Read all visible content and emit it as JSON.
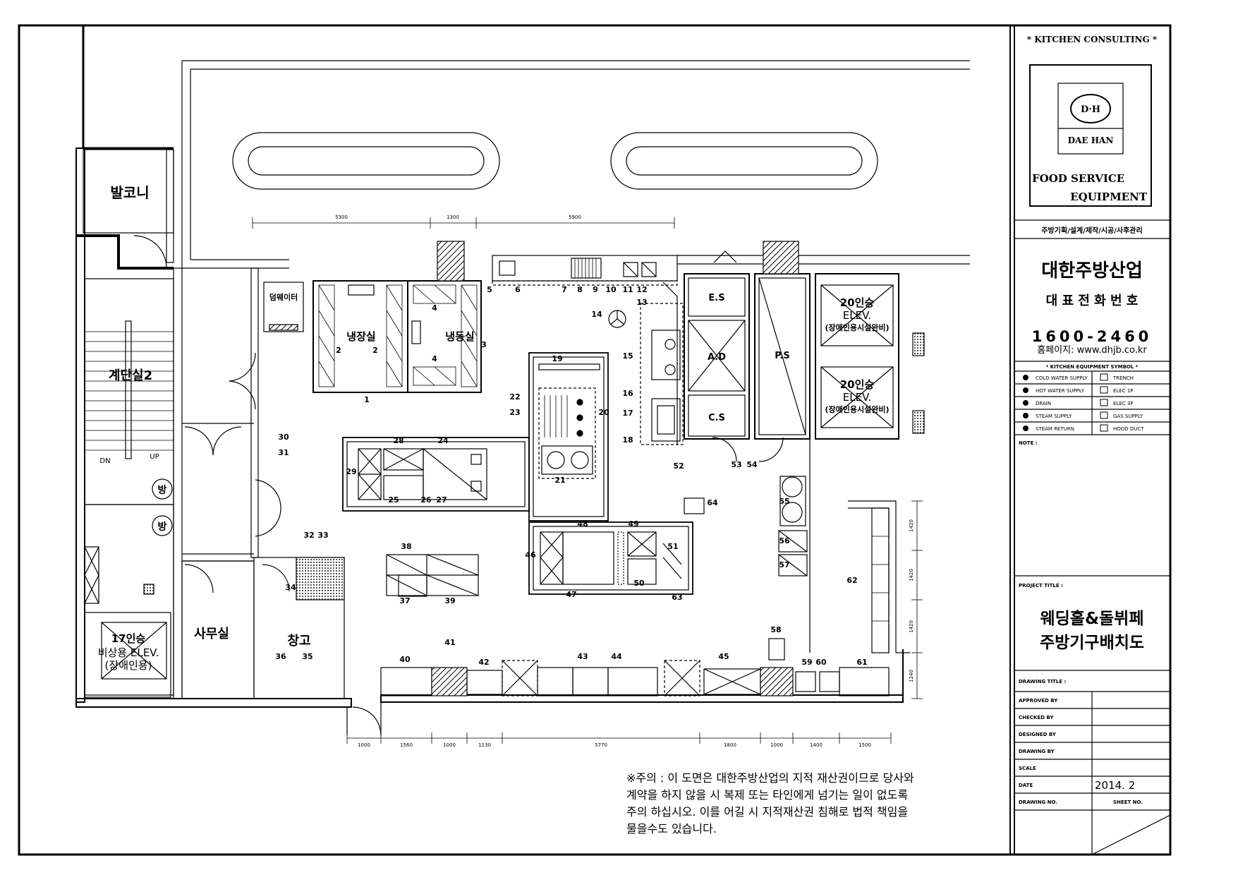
{
  "title_block": {
    "header": "* KITCHEN CONSULTING *",
    "logo_mark": "D·H",
    "logo_name": "DAE HAN",
    "tagline_1": "FOOD SERVICE",
    "tagline_2": "EQUIPMENT",
    "services": "주방기획/설계/제작/시공/사후관리",
    "company": "대한주방산업",
    "phone_label": "대 표 전 화 번 호",
    "phone": "1600-2460",
    "homepage": "홈페이지: www.dhjb.co.kr",
    "symbol_header": "* KITCHEN EQUIPMENT SYMBOL *",
    "symbols": [
      {
        "left": "COLD WATER SUPPLY",
        "right": "TRENCH"
      },
      {
        "left": "HOT WATER SUPPLY",
        "right": "ELEC 1P"
      },
      {
        "left": "DRAIN",
        "right": "ELEC 3P"
      },
      {
        "left": "STEAM SUPPLY",
        "right": "GAS SUPPLY"
      },
      {
        "left": "STEAM RETURN",
        "right": "HOOD DUCT"
      }
    ],
    "note_label": "NOTE :",
    "project_label": "PROJECT TITLE :",
    "project_title_1": "웨딩홀&돌뷔페",
    "project_title_2": "주방기구배치도",
    "drawing_label": "DRAWING TITLE :",
    "approved": "APPROVED BY",
    "checked": "CHECKED BY",
    "designed": "DESIGNED BY",
    "drawing_by": "DRAWING BY",
    "scale": "SCALE",
    "date_label": "DATE",
    "date": "2014. 2",
    "drawing_no": "DRAWING NO.",
    "sheet_no": "SHEET NO."
  },
  "notice": [
    "※주의 : 이 도면은 대한주방산업의 지적 재산권이므로 당사와",
    "계약을 하지 않을 시 복제 또는 타인에게 넘기는 일이 없도록",
    "주의 하십시오. 이를 어길 시 지적재산권 침해로 법적 책임을",
    "물을수도 있습니다."
  ],
  "rooms": {
    "balcony": "발코니",
    "stair": "계단실2",
    "dn": "DN",
    "up": "UP",
    "bang": "방",
    "elev17_1": "17인승",
    "elev17_2": "비상용 ELEV.",
    "elev17_3": "(장애인용)",
    "office": "사무실",
    "storage": "창고",
    "dumbwaiter": "덤웨이터",
    "cold_room": "냉장실",
    "freezer": "냉동실",
    "es": "E.S",
    "ad": "A.D",
    "cs": "C.S",
    "ps": "P.S",
    "elev20_1": "20인승",
    "elev20_2": "ELEV.",
    "elev20_3": "(장애인용시설완비)"
  },
  "dimensions": {
    "top": [
      "5300",
      "1300",
      "5900"
    ],
    "bottom": [
      "1000",
      "1560",
      "1000",
      "1130",
      "5770",
      "1800",
      "1000",
      "1400",
      "1500"
    ],
    "right": [
      "1420",
      "1420",
      "1420",
      "1240"
    ]
  },
  "item_numbers": [
    "1",
    "2",
    "2",
    "3",
    "4",
    "4",
    "5",
    "6",
    "7",
    "8",
    "9",
    "10",
    "11",
    "12",
    "13",
    "14",
    "15",
    "16",
    "17",
    "18",
    "19",
    "20",
    "21",
    "22",
    "23",
    "24",
    "25",
    "26",
    "27",
    "28",
    "29",
    "30",
    "31",
    "32",
    "33",
    "34",
    "35",
    "36",
    "37",
    "38",
    "39",
    "40",
    "41",
    "42",
    "43",
    "44",
    "45",
    "46",
    "47",
    "48",
    "49",
    "50",
    "51",
    "52",
    "53",
    "54",
    "55",
    "56",
    "57",
    "58",
    "59",
    "60",
    "61",
    "62",
    "63",
    "64",
    "65"
  ]
}
